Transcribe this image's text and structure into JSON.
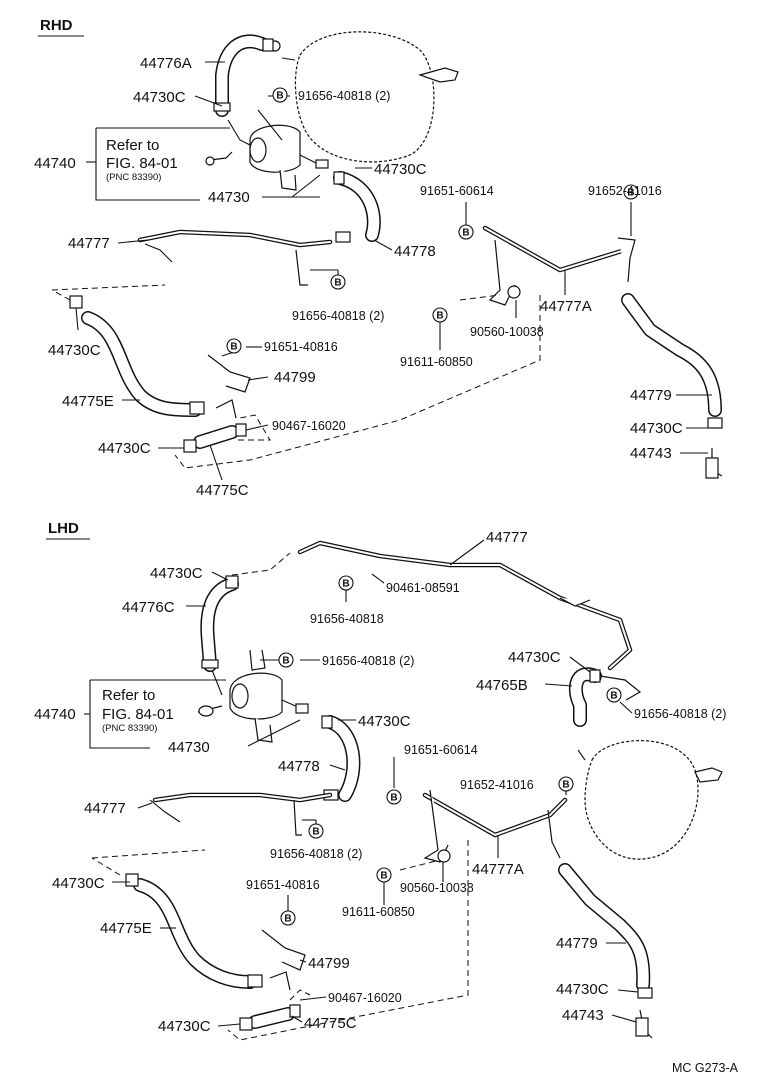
{
  "rhd": {
    "section": "RHD",
    "l_44776A": "44776A",
    "l_44730C_1": "44730C",
    "l_91656_40818_2_a": "91656-40818 (2)",
    "refer_line1": "Refer to",
    "refer_line2": "FIG. 84-01",
    "refer_line3": "(PNC 83390)",
    "l_44740": "44740",
    "l_44730C_2": "44730C",
    "l_44730": "44730",
    "l_91651_60614": "91651-60614",
    "l_91652_41016": "91652-41016",
    "l_44777": "44777",
    "l_44778": "44778",
    "l_91656_40818_2_b": "91656-40818 (2)",
    "l_44777A": "44777A",
    "l_90560_10038": "90560-10038",
    "l_44730C_3": "44730C",
    "l_91651_40816": "91651-40816",
    "l_91611_60850": "91611-60850",
    "l_44799": "44799",
    "l_44775E": "44775E",
    "l_44779": "44779",
    "l_90467_16020": "90467-16020",
    "l_44730C_4": "44730C",
    "l_44730C_5": "44730C",
    "l_44743": "44743",
    "l_44775C": "44775C"
  },
  "lhd": {
    "section": "LHD",
    "l_44777_top": "44777",
    "l_44730C_1": "44730C",
    "l_90461_08591": "90461-08591",
    "l_44776C": "44776C",
    "l_91656_40818": "91656-40818",
    "l_91656_40818_2_a": "91656-40818 (2)",
    "l_44730C_2": "44730C",
    "l_44765B": "44765B",
    "l_91656_40818_2_b": "91656-40818 (2)",
    "refer_line1": "Refer to",
    "refer_line2": "FIG. 84-01",
    "refer_line3": "(PNC 83390)",
    "l_44740": "44740",
    "l_44730C_3": "44730C",
    "l_44730": "44730",
    "l_91651_60614": "91651-60614",
    "l_44778": "44778",
    "l_91652_41016": "91652-41016",
    "l_44777": "44777",
    "l_91656_40818_2_c": "91656-40818 (2)",
    "l_44777A": "44777A",
    "l_90560_10038": "90560-10038",
    "l_44730C_4": "44730C",
    "l_91651_40816": "91651-40816",
    "l_91611_60850": "91611-60850",
    "l_44775E": "44775E",
    "l_44799": "44799",
    "l_44779": "44779",
    "l_90467_16020": "90467-16020",
    "l_44730C_5": "44730C",
    "l_44730C_6": "44730C",
    "l_44775C": "44775C",
    "l_44743": "44743"
  },
  "bolt_marker": "B",
  "footer_code": "MC  G273-A"
}
